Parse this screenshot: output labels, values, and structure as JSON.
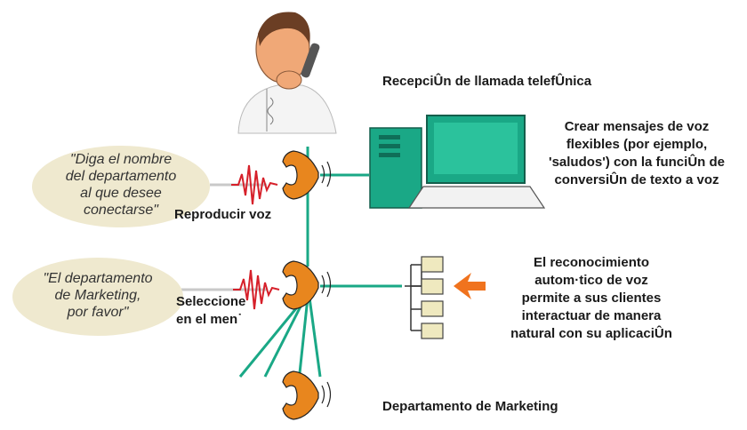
{
  "title": "RecepciÛn de llamada telefÛnica",
  "tts_description": [
    "Crear mensajes de voz",
    "flexibles (por ejemplo,",
    "'saludos') con la funciÛn de",
    "conversiÛn de texto a voz"
  ],
  "bubble_top": [
    "\"Diga el nombre",
    "del departamento",
    "al que desee",
    "conectarse\""
  ],
  "bubble_bottom": [
    "\"El departamento",
    "de Marketing,",
    "por favor\""
  ],
  "play_voice": "Reproducir voz",
  "select_menu": [
    "Seleccione",
    "en el men˙"
  ],
  "asr_description": [
    "El reconocimiento",
    "autom·tico de voz",
    "permite a sus clientes",
    "interactuar de manera",
    "natural con su aplicaciÛn"
  ],
  "department": "Departamento de Marketing",
  "colors": {
    "network": "#1aa886",
    "phone": "#e8861e",
    "bubble": "#efe9cf",
    "wave": "#d6202a",
    "arrow": "#f0731e",
    "computer": "#1aa886"
  },
  "icons": [
    "receptionist-person",
    "phone-icon",
    "computer-icon",
    "menu-tree-icon",
    "arrow-icon",
    "sound-wave-icon"
  ]
}
